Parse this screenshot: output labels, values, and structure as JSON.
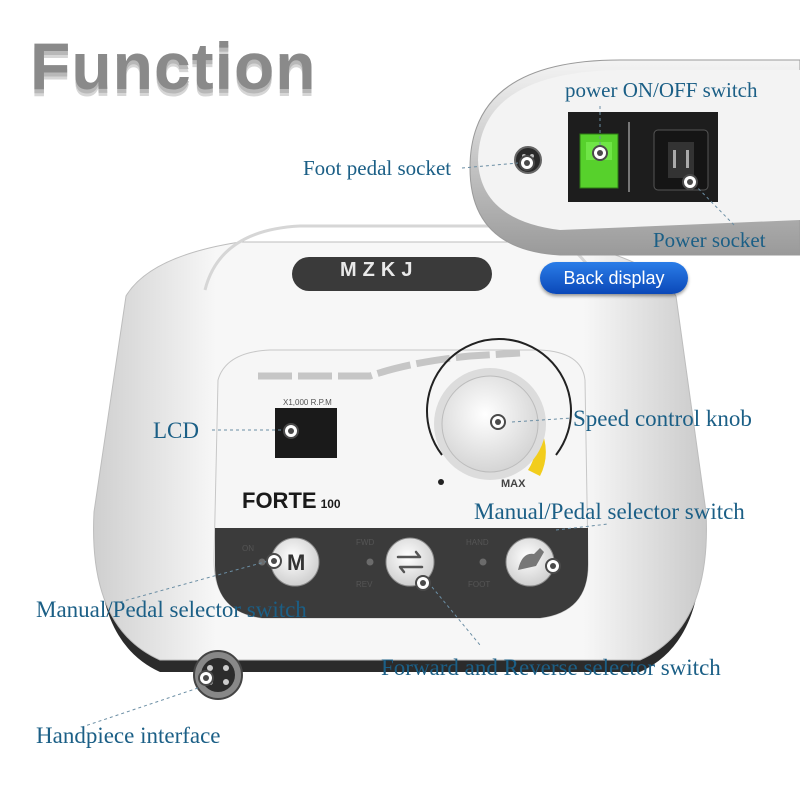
{
  "title": "Function",
  "back_button_label": "Back display",
  "brand": "MZKJ",
  "panel": {
    "rpm_label": "X1,000 R.P.M",
    "model_name": "FORTE",
    "model_number": "100",
    "max_label": "MAX",
    "led_on": "ON",
    "led_fwd": "FWD",
    "led_rev": "REV",
    "led_hand": "HAND",
    "led_foot": "FOOT",
    "button_m": "M",
    "knob_min_glyph": "●"
  },
  "labels": {
    "power_switch": "power ON/OFF switch",
    "foot_pedal_socket": "Foot pedal socket",
    "power_socket": "Power socket",
    "lcd": "LCD",
    "speed_knob": "Speed control knob",
    "selector_right": "Manual/Pedal selector switch",
    "selector_left": "Manual/Pedal selector switch",
    "fwd_rev": "Forward and Reverse selector switch",
    "handpiece": "Handpiece interface"
  },
  "colors": {
    "label": "#1b5f86",
    "title": "#8a8a8a",
    "accent_blue": "#0b48b8",
    "power_green": "#57d12c",
    "knob_yellow": "#f2cd1c"
  }
}
